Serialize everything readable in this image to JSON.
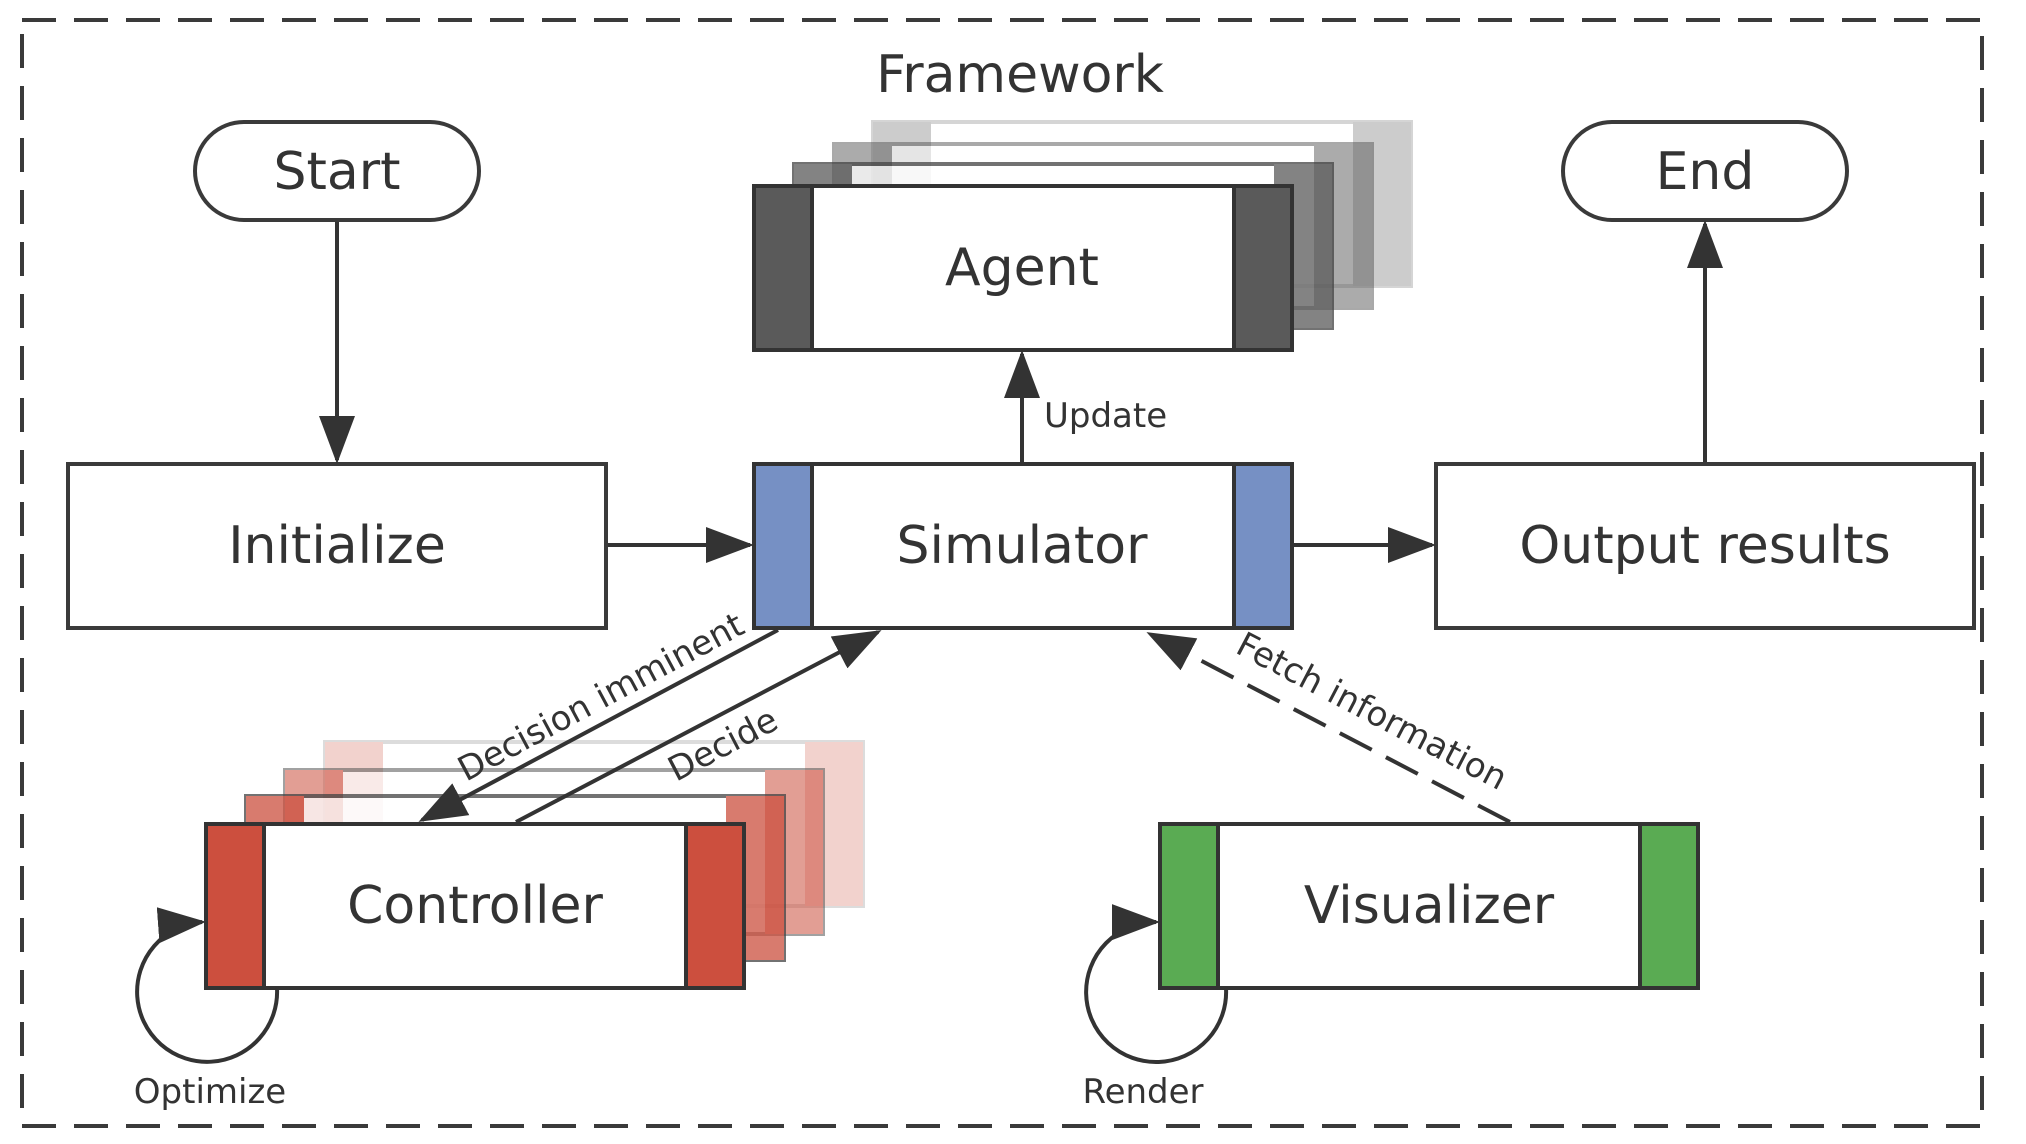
{
  "frame": {
    "title": "Framework"
  },
  "nodes": {
    "start": "Start",
    "end": "End",
    "initialize": "Initialize",
    "simulator": "Simulator",
    "agent": "Agent",
    "output": "Output results",
    "controller": "Controller",
    "visualizer": "Visualizer"
  },
  "edges": {
    "update": "Update",
    "decision_imminent": "Decision imminent",
    "decide": "Decide",
    "fetch_information": "Fetch information",
    "optimize": "Optimize",
    "render": "Render"
  },
  "colors": {
    "simulator_accent": "#7690c4",
    "agent_accent": "#5a5a5a",
    "controller_accent": "#cc4f3e",
    "visualizer_accent": "#5aab53",
    "line": "#333333"
  }
}
